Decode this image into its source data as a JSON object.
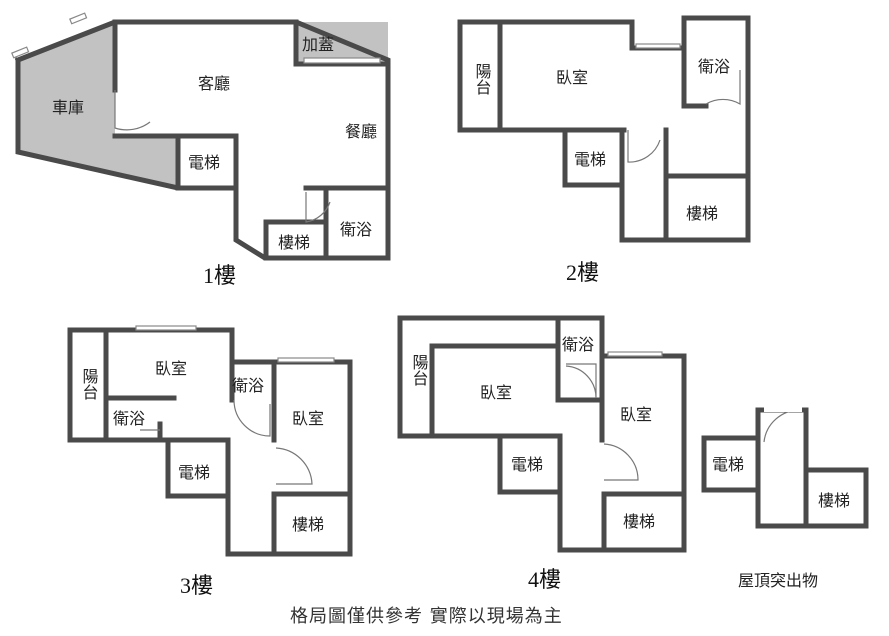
{
  "floors": {
    "f1": {
      "title": "1樓",
      "rooms": {
        "garage": "車庫",
        "living": "客廳",
        "dining": "餐廳",
        "addon": "加蓋",
        "elevator": "電梯",
        "stairs": "樓梯",
        "bath": "衛浴"
      }
    },
    "f2": {
      "title": "2樓",
      "rooms": {
        "balcony": "陽台",
        "bedroom": "臥室",
        "bath": "衛浴",
        "elevator": "電梯",
        "stairs": "樓梯"
      }
    },
    "f3": {
      "title": "3樓",
      "rooms": {
        "balcony": "陽台",
        "bedroom1": "臥室",
        "bath1": "衛浴",
        "bath2": "衛浴",
        "bedroom2": "臥室",
        "elevator": "電梯",
        "stairs": "樓梯"
      }
    },
    "f4": {
      "title": "4樓",
      "rooms": {
        "balcony": "陽台",
        "bedroom1": "臥室",
        "bath": "衛浴",
        "bedroom2": "臥室",
        "elevator": "電梯",
        "stairs": "樓梯"
      }
    },
    "roof": {
      "title": "屋頂突出物",
      "rooms": {
        "elevator": "電梯",
        "stairs": "樓梯"
      }
    }
  },
  "footer_note": "格局圖僅供參考 實際以現場為主"
}
